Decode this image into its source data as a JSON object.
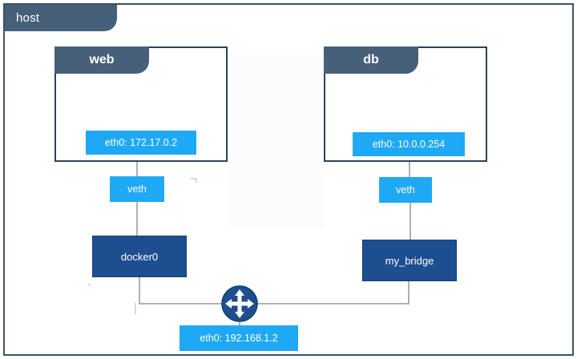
{
  "diagram": {
    "type": "network-topology",
    "title": "host",
    "host": {
      "label": "host"
    },
    "containers": [
      {
        "name": "web",
        "interface": {
          "label": "eth0: 172.17.0.2",
          "name": "eth0",
          "address": "172.17.0.2"
        },
        "veth": {
          "label": "veth"
        },
        "bridge": {
          "label": "docker0"
        }
      },
      {
        "name": "db",
        "interface": {
          "label": "eth0: 10.0.0.254",
          "name": "eth0",
          "address": "10.0.0.254"
        },
        "veth": {
          "label": "veth"
        },
        "bridge": {
          "label": "my_bridge"
        }
      }
    ],
    "router": {
      "icon": "four-way-arrows-icon",
      "uplink": {
        "label": "eth0: 192.168.1.2",
        "name": "eth0",
        "address": "192.168.1.2"
      }
    },
    "colors": {
      "host_frame": "#3b5268",
      "container_header": "#47607a",
      "container_border": "#2e4257",
      "interface_chip": "#1fa9f5",
      "bridge_box": "#1d4e8f",
      "connector_line": "#b0b0b0",
      "router_circle": "#1d4e8f",
      "page_background": "#ffffff"
    }
  }
}
